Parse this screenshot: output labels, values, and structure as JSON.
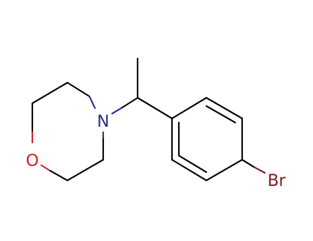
{
  "molecule": {
    "atoms": {
      "nitrogen": {
        "label": "N",
        "color": "#2b2b8f"
      },
      "oxygen": {
        "label": "O",
        "color": "#cc2222"
      },
      "bromine": {
        "label": "Br",
        "color": "#7a2020"
      }
    },
    "bond_color": "#000000",
    "background": "#ffffff"
  }
}
